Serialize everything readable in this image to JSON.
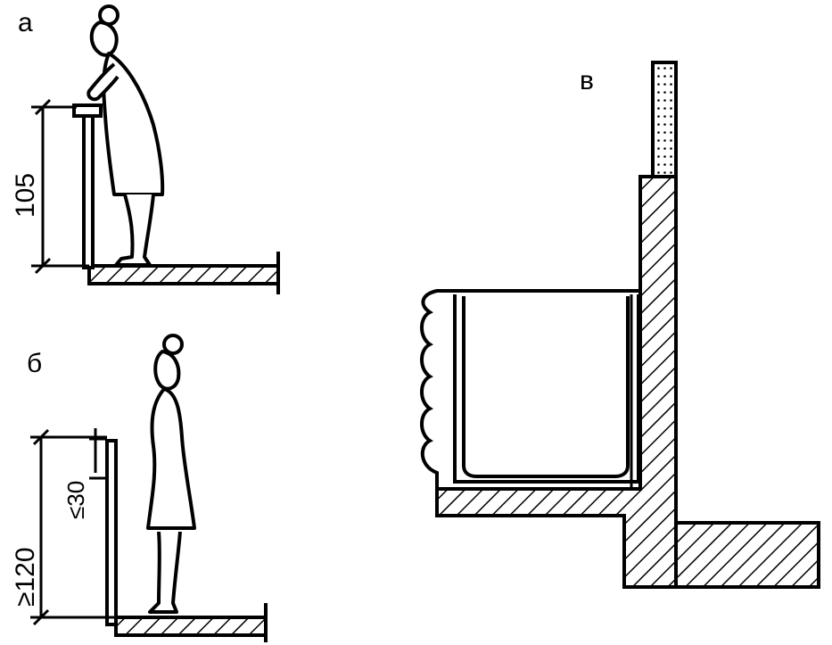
{
  "panels": [
    {
      "id": "a",
      "label": "а",
      "dimension": "105"
    },
    {
      "id": "b",
      "label": "б",
      "dimension_total": "≥120",
      "dimension_top": "≤30"
    },
    {
      "id": "c",
      "label": "в"
    }
  ],
  "colors": {
    "ink": "#000000",
    "paper": "#ffffff"
  }
}
